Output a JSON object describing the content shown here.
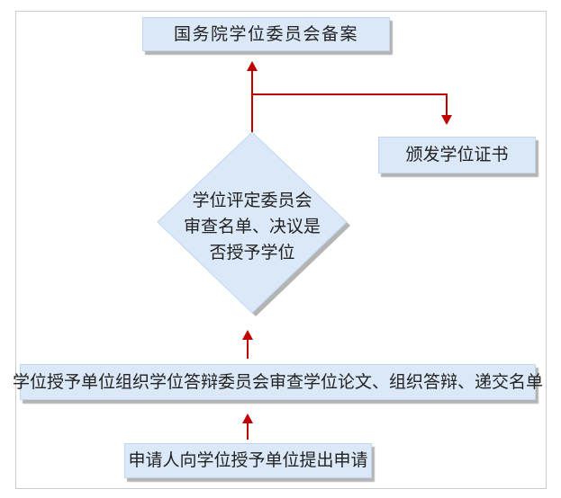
{
  "colors": {
    "page-bg": "#ffffff",
    "frame-border": "#cccccc",
    "node-fill": "#dbe8f7",
    "node-border": "#c3d7ec",
    "node-shadow": "#b4b4b4",
    "arrow": "#c00000",
    "text": "#222222"
  },
  "nodes": {
    "record": {
      "label": "国务院学位委员会备案"
    },
    "certificate": {
      "label": "颁发学位证书"
    },
    "decision": {
      "lines": [
        "学位评定委员会",
        "审查名单、决议是",
        "否授予学位"
      ]
    },
    "defense": {
      "label": "学位授予单位组织学位答辩委员会审查学位论文、组织答辩、递交名单"
    },
    "apply": {
      "label": "申请人向学位授予单位提出申请"
    }
  }
}
